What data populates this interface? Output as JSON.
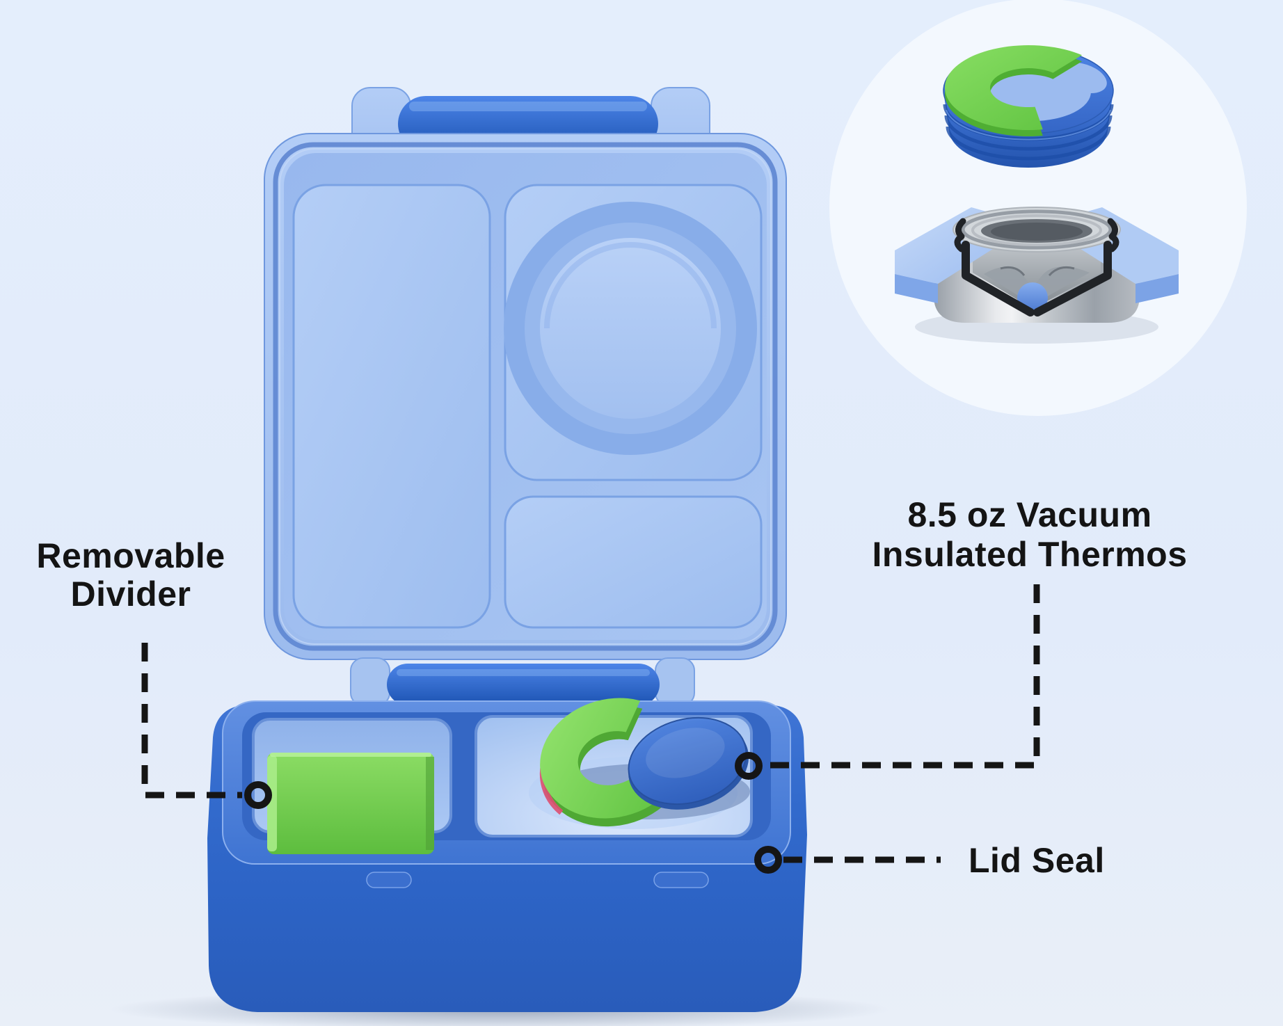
{
  "callouts": {
    "removable_divider": {
      "line1": "Removable",
      "line2": "Divider"
    },
    "thermos": {
      "line1": "8.5 oz Vacuum",
      "line2": "Insulated Thermos"
    },
    "lid_seal": {
      "label": "Lid Seal"
    }
  },
  "colors": {
    "background": "#e3edfc",
    "inset_circle": "#f3f8fe",
    "box_blue": "#3069ca",
    "box_blue_dark": "#2a5cba",
    "rim_blue": "#4a7ed8",
    "lid_periwinkle": "#a9c6f2",
    "lid_floor": "#9cbbee",
    "hinge_blue": "#2160c2",
    "divider_green": "#77d354",
    "thermos_green": "#6fce4c",
    "thermos_blue": "#3e73d2",
    "steel_light": "#e9ebee",
    "steel_dark": "#8d949c",
    "seal_black": "#202327",
    "label_text": "#141414",
    "leader_line": "#151515"
  }
}
